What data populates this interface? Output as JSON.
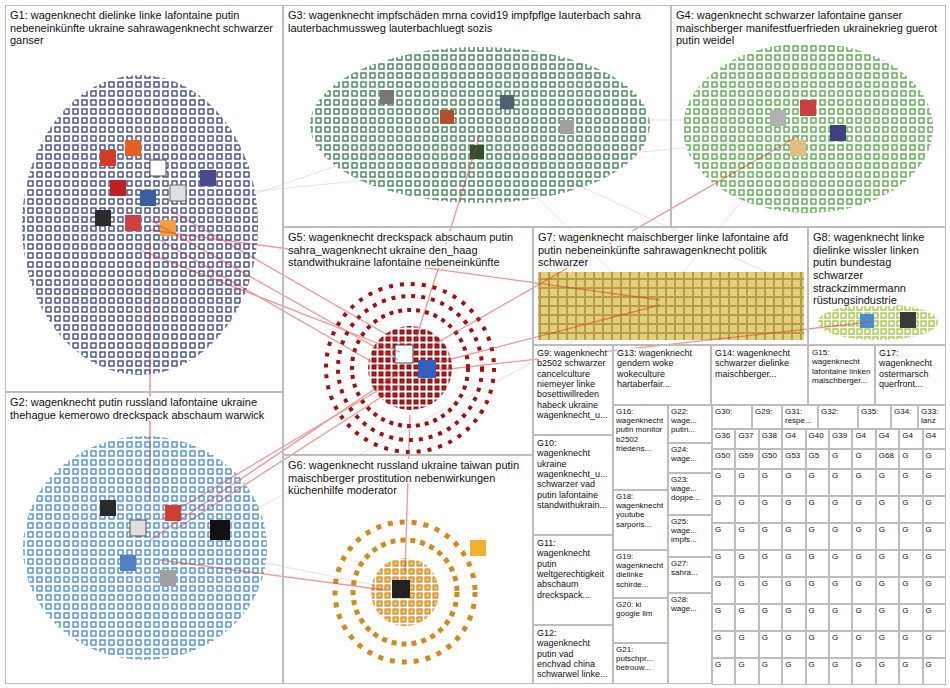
{
  "diagram": {
    "nodes": [
      {
        "text": [
          "G1: wagenknecht dielinke linke lafontaine putin nebeneinkünfte ukraine sahrawagenknecht schwarzer ganser"
        ]
      },
      {
        "text": [
          "G3: wagenknecht impfschäden mrna covid19 impfpflge lauterbach sahra lauterbachmussweg lauterbachluegt sozis"
        ]
      },
      {
        "text": [
          "G4: wagenknecht schwarzer lafontaine ganser maischberger manifestfuerfrieden ukrainekrieg guerot putin weidel"
        ]
      },
      {
        "text": [
          "G5: wagenknecht dreckspack abschaum putin sahra_wagenknecht ukraine den_haag standwithukraine lafontaine nebeneinkünfte"
        ]
      },
      {
        "text": [
          "G7: wagenknecht maischberger linke lafontaine afd putin nebeneinkünfte sahrawagenknecht politik schwarzer"
        ]
      },
      {
        "text": [
          "G8: wagenknecht linke dielinke wissler linken putin bundestag schwarzer strackzimmermann rüstungsindustrie"
        ]
      },
      {
        "text": [
          "G2: wagenknecht putin russland lafontaine ukraine thehague kemerowo dreckspack abschaum warwick"
        ]
      },
      {
        "text": [
          "G6: wagenknecht russland ukraine taiwan putin maischberger prostitution nebenwirkungen küchenhilfe moderator"
        ]
      },
      {
        "text": [
          "G9: wagenknecht b2502 schwarzer cancelculture niemeyer linke bosettiwillreden habeck ukraine wagenknecht_u..."
        ]
      },
      {
        "text": [
          "G13: wagenknecht gendern woke wokeculture hartaberfair..."
        ]
      },
      {
        "text": [
          "G14: wagenknecht schwarzer dielinke maischberger..."
        ]
      },
      {
        "text": [
          "G15: wagenknecht lafontaine linken maischberger..."
        ]
      },
      {
        "text": [
          "G17: wagenknecht ostermarsch querfront..."
        ]
      },
      {
        "text": [
          "G10: wagenknecht ukraine wagenknecht_u... schwarzer vad putin lafontaine standwithukrain..."
        ]
      },
      {
        "text": [
          "G16: wagenknecht putin monitor b2502 friedens..."
        ]
      },
      {
        "text": [
          "G22: wage... putin..."
        ]
      },
      {
        "text": [
          "G30:"
        ]
      },
      {
        "text": [
          "G29:"
        ]
      },
      {
        "text": [
          "G31: respe..."
        ]
      },
      {
        "text": [
          "G32:"
        ]
      },
      {
        "text": [
          "G35:"
        ]
      },
      {
        "text": [
          "G34:"
        ]
      },
      {
        "text": [
          "G33: lanz"
        ]
      },
      {
        "text": [
          "G36"
        ]
      },
      {
        "text": [
          "G37"
        ]
      },
      {
        "text": [
          "G38"
        ]
      },
      {
        "text": [
          "G4"
        ]
      },
      {
        "text": [
          "G40"
        ]
      },
      {
        "text": [
          "G39"
        ]
      },
      {
        "text": [
          "G4"
        ]
      },
      {
        "text": [
          "G4"
        ]
      },
      {
        "text": [
          "G4"
        ]
      },
      {
        "text": [
          "G4"
        ]
      },
      {
        "text": [
          "G50"
        ]
      },
      {
        "text": [
          "G59"
        ]
      },
      {
        "text": [
          "G50"
        ]
      },
      {
        "text": [
          "G53"
        ]
      },
      {
        "text": [
          "G5"
        ]
      },
      {
        "text": [
          "G"
        ]
      },
      {
        "text": [
          "G"
        ]
      },
      {
        "text": [
          "G68"
        ]
      },
      {
        "text": [
          "G"
        ]
      },
      {
        "text": [
          "G"
        ]
      },
      {
        "text": [
          "G24: wage..."
        ]
      },
      {
        "text": [
          "G23: wage... doppe..."
        ]
      },
      {
        "text": [
          "G25: wage... impfs..."
        ]
      },
      {
        "text": [
          "G27: sahra..."
        ]
      },
      {
        "text": [
          "G28: wage..."
        ]
      },
      {
        "text": [
          "G18: wagenknecht youtube sarporis..."
        ]
      },
      {
        "text": [
          "G19: wagenknecht dielinke schirde..."
        ]
      },
      {
        "text": [
          "G20: ki google llm"
        ]
      },
      {
        "text": [
          "G21: putschpr... betrouw..."
        ]
      },
      {
        "text": [
          "G11: wagenknecht putin weltgerechtigkeit abschaum dreckspack..."
        ]
      },
      {
        "text": [
          "G12: wagenknecht putin vad enchvad china schwarwel linke..."
        ]
      },
      {
        "text": [
          "G"
        ]
      },
      {
        "text": [
          "G"
        ]
      },
      {
        "text": [
          "G"
        ]
      },
      {
        "text": [
          "G"
        ]
      },
      {
        "text": [
          "G"
        ]
      },
      {
        "text": [
          "G"
        ]
      },
      {
        "text": [
          "G"
        ]
      },
      {
        "text": [
          "G"
        ]
      },
      {
        "text": [
          "G"
        ]
      },
      {
        "text": [
          "G"
        ]
      },
      {
        "text": [
          "G"
        ]
      },
      {
        "text": [
          "G"
        ]
      },
      {
        "text": [
          "G"
        ]
      },
      {
        "text": [
          "G"
        ]
      },
      {
        "text": [
          "G"
        ]
      },
      {
        "text": [
          "G"
        ]
      },
      {
        "text": [
          "G"
        ]
      },
      {
        "text": [
          "G"
        ]
      },
      {
        "text": [
          "G"
        ]
      },
      {
        "text": [
          "G"
        ]
      },
      {
        "text": [
          "G"
        ]
      },
      {
        "text": [
          "G"
        ]
      },
      {
        "text": [
          "G"
        ]
      },
      {
        "text": [
          "G"
        ]
      },
      {
        "text": [
          "G"
        ]
      },
      {
        "text": [
          "G"
        ]
      },
      {
        "text": [
          "G"
        ]
      },
      {
        "text": [
          "G"
        ]
      },
      {
        "text": [
          "G"
        ]
      },
      {
        "text": [
          "G"
        ]
      },
      {
        "text": [
          "G"
        ]
      },
      {
        "text": [
          "G"
        ]
      },
      {
        "text": [
          "G"
        ]
      },
      {
        "text": [
          "G"
        ]
      },
      {
        "text": [
          "G"
        ]
      },
      {
        "text": [
          "G"
        ]
      },
      {
        "text": [
          "G"
        ]
      },
      {
        "text": [
          "G"
        ]
      },
      {
        "text": [
          "G"
        ]
      },
      {
        "text": [
          "G"
        ]
      },
      {
        "text": [
          "G"
        ]
      },
      {
        "text": [
          "G"
        ]
      },
      {
        "text": [
          "G"
        ]
      },
      {
        "text": [
          "G"
        ]
      },
      {
        "text": [
          "G"
        ]
      },
      {
        "text": [
          "G"
        ]
      },
      {
        "text": [
          "G"
        ]
      },
      {
        "text": [
          "G"
        ]
      },
      {
        "text": [
          "G"
        ]
      },
      {
        "text": [
          "G"
        ]
      },
      {
        "text": [
          "G"
        ]
      },
      {
        "text": [
          "G"
        ]
      },
      {
        "text": [
          "G"
        ]
      },
      {
        "text": [
          "G"
        ]
      },
      {
        "text": [
          "G"
        ]
      },
      {
        "text": [
          "G"
        ]
      },
      {
        "text": [
          "G"
        ]
      },
      {
        "text": [
          "G"
        ]
      },
      {
        "text": [
          "G"
        ]
      },
      {
        "text": [
          "G"
        ]
      },
      {
        "text": [
          "G"
        ]
      },
      {
        "text": [
          "G"
        ]
      },
      {
        "text": [
          "G"
        ]
      },
      {
        "text": [
          "G"
        ]
      },
      {
        "text": [
          "G"
        ]
      },
      {
        "text": [
          "G"
        ]
      },
      {
        "text": [
          "G"
        ]
      },
      {
        "text": [
          "G"
        ]
      },
      {
        "text": [
          "G"
        ]
      },
      {
        "text": [
          "G"
        ]
      },
      {
        "text": [
          "G"
        ]
      },
      {
        "text": [
          "G"
        ]
      },
      {
        "text": [
          "G"
        ]
      },
      {
        "text": [
          "G"
        ]
      },
      {
        "text": [
          "G"
        ]
      },
      {
        "text": [
          "G"
        ]
      },
      {
        "text": [
          "G"
        ]
      },
      {
        "text": [
          "G"
        ]
      },
      {
        "text": [
          "G"
        ]
      },
      {
        "text": [
          "G"
        ]
      }
    ]
  }
}
